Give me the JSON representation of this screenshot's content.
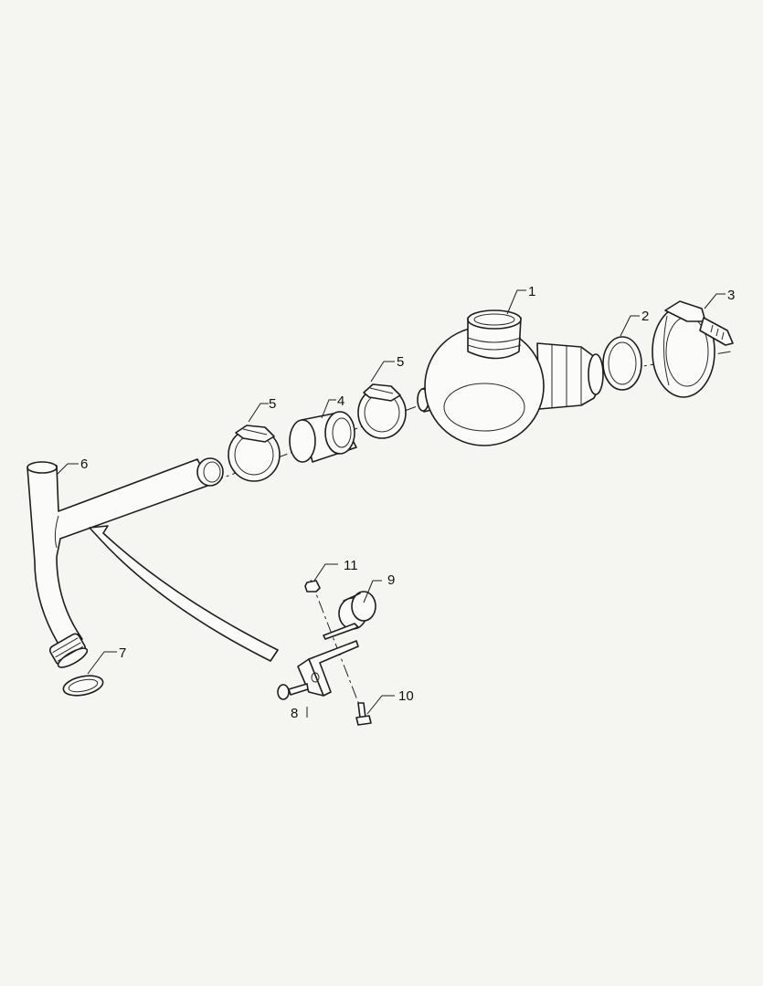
{
  "diagram": {
    "background": "#f5f5f2",
    "line_color": "#1e1e1e",
    "callouts": [
      {
        "id": "1",
        "label": "1",
        "part": "tee-housing"
      },
      {
        "id": "2",
        "label": "2",
        "part": "o-ring"
      },
      {
        "id": "3",
        "label": "3",
        "part": "v-band-clamp"
      },
      {
        "id": "4",
        "label": "4",
        "part": "hose-sleeve"
      },
      {
        "id": "5a",
        "label": "5",
        "part": "hose-clamp"
      },
      {
        "id": "5b",
        "label": "5",
        "part": "hose-clamp"
      },
      {
        "id": "6",
        "label": "6",
        "part": "bent-pipe"
      },
      {
        "id": "7",
        "label": "7",
        "part": "sealing-ring"
      },
      {
        "id": "8",
        "label": "8",
        "part": "mounting-bracket-bolt"
      },
      {
        "id": "9",
        "label": "9",
        "part": "pipe-clip"
      },
      {
        "id": "10",
        "label": "10",
        "part": "bracket-screw"
      },
      {
        "id": "11",
        "label": "11",
        "part": "nut"
      }
    ]
  }
}
